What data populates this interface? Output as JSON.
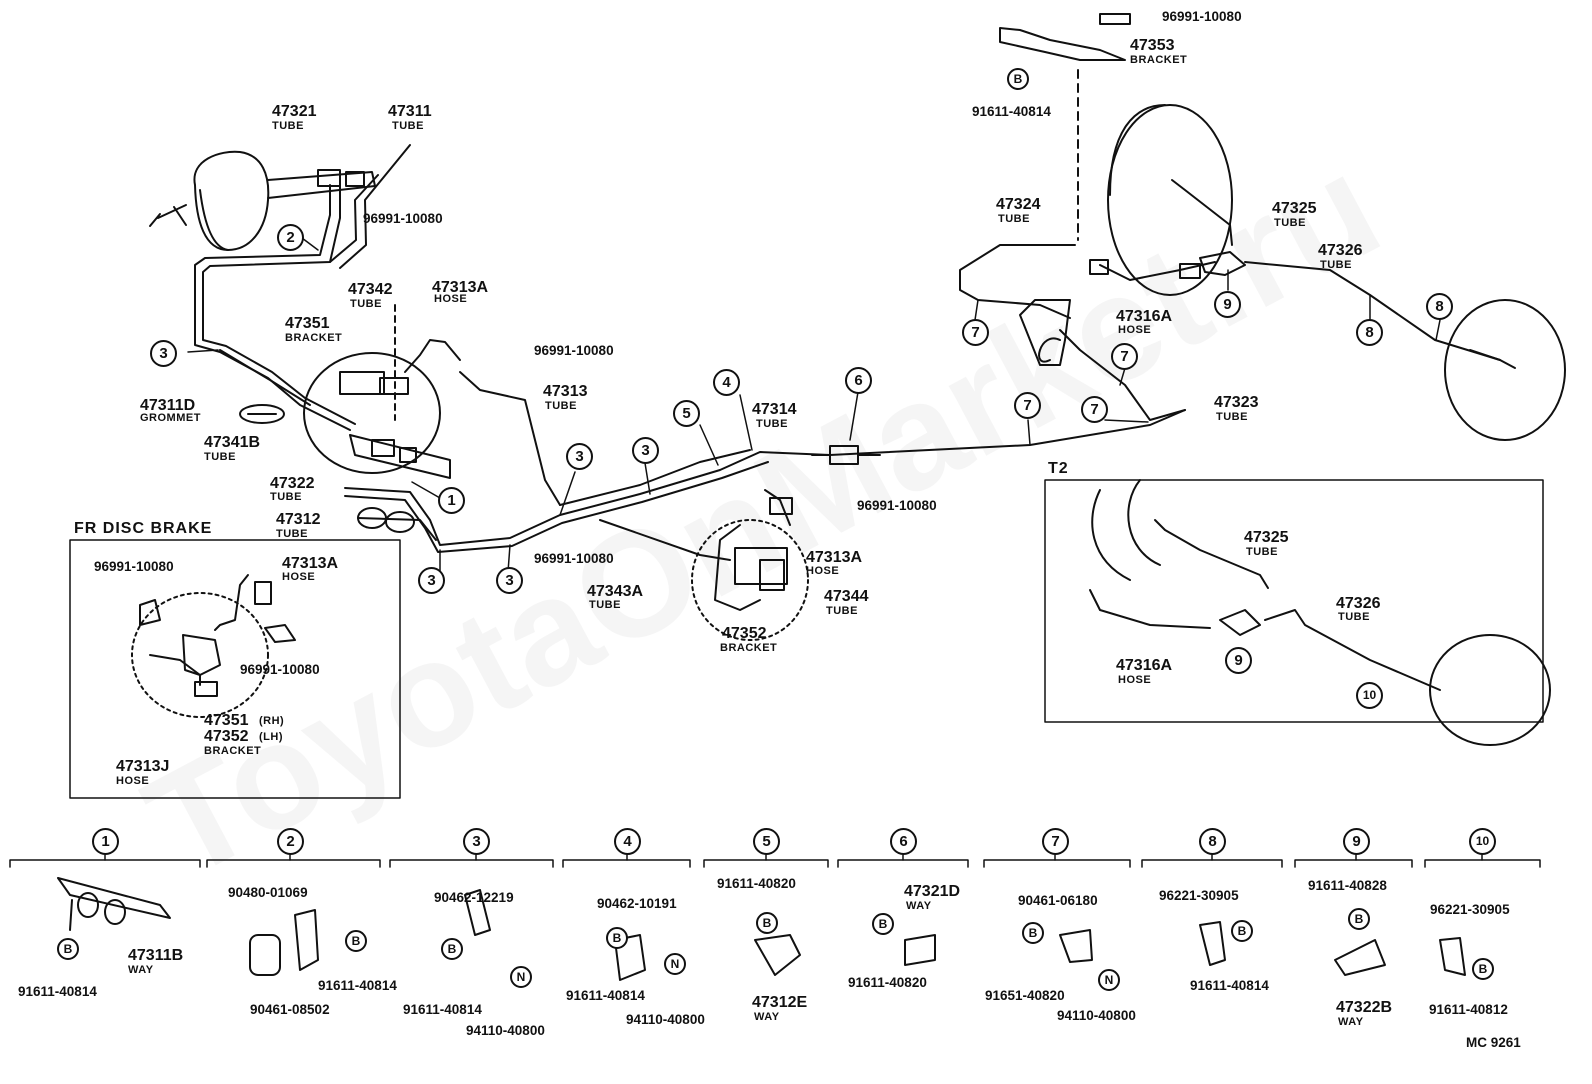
{
  "watermark": "ToyotaOnMarket.ru",
  "code": "MC 9261",
  "fr_disc_brake_title": "FR DISC BRAKE",
  "t2_title": "T2",
  "labels": {
    "p47321": "47321",
    "t47321": "TUBE",
    "p47311": "47311",
    "t47311": "TUBE",
    "p96991_a": "96991-10080",
    "p47342": "47342",
    "t47342": "TUBE",
    "p47313A_a": "47313A",
    "t47313A_a": "HOSE",
    "p47351": "47351",
    "t47351": "BRACKET",
    "p96991_b": "96991-10080",
    "p47313": "47313",
    "t47313": "TUBE",
    "p47311D": "47311D",
    "t47311D": "GROMMET",
    "p47341B": "47341B",
    "t47341B": "TUBE",
    "p47322": "47322",
    "t47322": "TUBE",
    "p47312": "47312",
    "t47312": "TUBE",
    "p47314": "47314",
    "t47314": "TUBE",
    "p96991_c": "96991-10080",
    "p96991_d": "96991-10080",
    "p47313A_b": "47313A",
    "t47313A_b": "HOSE",
    "p47343A": "47343A",
    "t47343A": "TUBE",
    "p47344": "47344",
    "t47344": "TUBE",
    "p47352": "47352",
    "t47352": "BRACKET",
    "p96991_top": "96991-10080",
    "p47353": "47353",
    "t47353": "BRACKET",
    "p91611_top": "91611-40814",
    "p47324": "47324",
    "t47324": "TUBE",
    "p47325": "47325",
    "t47325": "TUBE",
    "p47326": "47326",
    "t47326": "TUBE",
    "p47316A": "47316A",
    "t47316A": "HOSE",
    "p47323": "47323",
    "t47323": "TUBE",
    "fr_96991": "96991-10080",
    "fr_47313A": "47313A",
    "fr_t47313A": "HOSE",
    "fr_96991_b": "96991-10080",
    "fr_47351": "47351",
    "fr_47351_side": "(RH)",
    "fr_47352": "47352",
    "fr_47352_side": "(LH)",
    "fr_bracket": "BRACKET",
    "fr_47313J": "47313J",
    "fr_t47313J": "HOSE",
    "t2_47325": "47325",
    "t2_t47325": "TUBE",
    "t2_47326": "47326",
    "t2_t47326": "TUBE",
    "t2_47316A": "47316A",
    "t2_t47316A": "HOSE"
  },
  "callouts": [
    "1",
    "2",
    "3",
    "4",
    "5",
    "6",
    "7",
    "8",
    "9",
    "10"
  ],
  "b_mark": "B",
  "n_mark": "N",
  "detail": {
    "d1_47311B": "47311B",
    "d1_way": "WAY",
    "d1_91611": "91611-40814",
    "d2_90480": "90480-01069",
    "d2_91611": "91611-40814",
    "d2_90461": "90461-08502",
    "d3_90462": "90462-12219",
    "d3_91611": "91611-40814",
    "d3_94110": "94110-40800",
    "d4_90462": "90462-10191",
    "d4_91611": "91611-40814",
    "d4_94110": "94110-40800",
    "d5_91611": "91611-40820",
    "d5_47312E": "47312E",
    "d5_way": "WAY",
    "d6_47321D": "47321D",
    "d6_way": "WAY",
    "d6_91611": "91611-40820",
    "d7_90461": "90461-06180",
    "d7_91651": "91651-40820",
    "d7_94110": "94110-40800",
    "d8_96221": "96221-30905",
    "d8_91611": "91611-40814",
    "d9_91611": "91611-40828",
    "d9_47322B": "47322B",
    "d9_way": "WAY",
    "d10_96221": "96221-30905",
    "d10_91611": "91611-40812"
  }
}
